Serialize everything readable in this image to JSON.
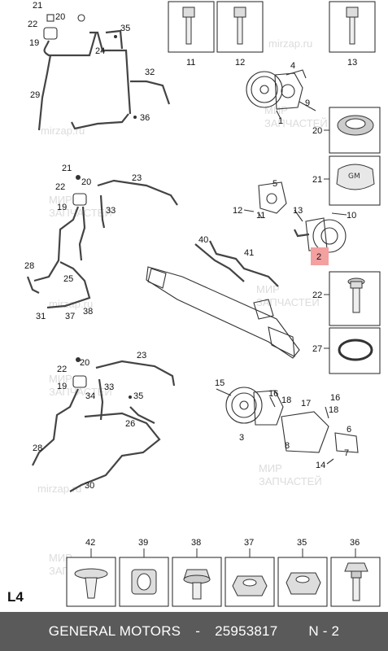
{
  "diagram": {
    "watermark_site": "mirzap.ru",
    "watermark_brand_line1": "МИР",
    "watermark_brand_line2": "ЗАПЧАСТЕЙ",
    "page_code": "L4",
    "highlight_color": "#f2a0a0",
    "highlighted_part": "2",
    "callouts": {
      "c21a": "21",
      "c20a": "20",
      "c22a": "22",
      "c19a": "19",
      "c35a": "35",
      "c24": "24",
      "c32": "32",
      "c29": "29",
      "c36": "36",
      "c4": "4",
      "c9": "9",
      "c1": "1",
      "c21b": "21",
      "c22b": "22",
      "c20b": "20",
      "c23a": "23",
      "c19b": "19",
      "c33a": "33",
      "c5": "5",
      "c12": "12",
      "c11": "11",
      "c13": "13",
      "c10": "10",
      "c2": "2",
      "c40": "40",
      "c41": "41",
      "c28a": "28",
      "c25": "25",
      "c31": "31",
      "c37": "37",
      "c38": "38",
      "c22c": "22",
      "c20c": "20",
      "c23b": "23",
      "c19c": "19",
      "c33b": "33",
      "c34": "34",
      "c35b": "35",
      "c26": "26",
      "c28b": "28",
      "c30": "30",
      "c15": "15",
      "c16a": "16",
      "c18a": "18",
      "c17": "17",
      "c16b": "16",
      "c18b": "18",
      "c3": "3",
      "c8": "8",
      "c6": "6",
      "c7": "7",
      "c14": "14"
    },
    "right_boxes": [
      {
        "label": "20"
      },
      {
        "label": "21"
      },
      {
        "label": "22"
      },
      {
        "label": "27"
      }
    ],
    "top_boxes": [
      {
        "label": "11"
      },
      {
        "label": "12"
      },
      {
        "label": "13"
      }
    ],
    "bottom_boxes": [
      {
        "label": "42"
      },
      {
        "label": "39"
      },
      {
        "label": "38"
      },
      {
        "label": "37"
      },
      {
        "label": "35"
      },
      {
        "label": "36"
      }
    ]
  },
  "footer": {
    "manufacturer": "GENERAL MOTORS",
    "separator": "-",
    "part_number": "25953817",
    "sheet": "N - 2"
  }
}
